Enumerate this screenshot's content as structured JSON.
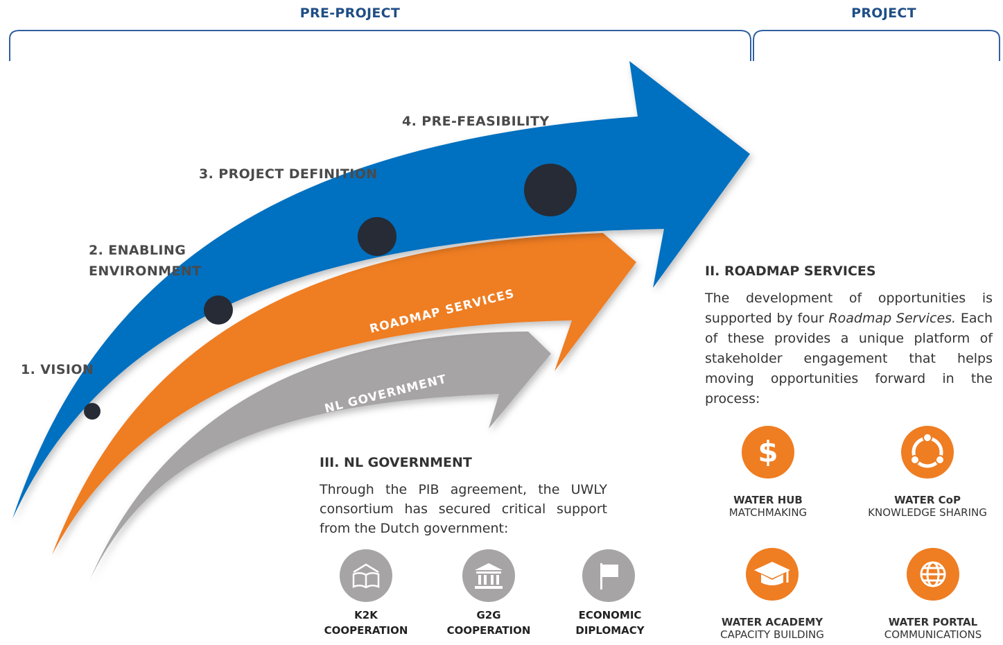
{
  "phases": {
    "pre_project": "PRE-PROJECT",
    "project": "PROJECT"
  },
  "steps": {
    "vision": "1. VISION",
    "enabling_line1": "2. ENABLING",
    "enabling_line2": "ENVIRONMENT",
    "project_definition": "3. PROJECT DEFINITION",
    "pre_feasibility": "4. PRE-FEASIBILITY"
  },
  "arrows": {
    "roadmap_label": "ROADMAP SERVICES",
    "government_label": "NL GOVERNMENT",
    "colors": {
      "blue": "#0070c0",
      "orange": "#ef7d22",
      "grey": "#a6a4a4"
    }
  },
  "nl_government": {
    "title": "III. NL GOVERNMENT",
    "text": "Through the PIB agreement, the UWLY consortium has secured critical support from the Dutch government:",
    "items": [
      {
        "icon": "book-icon",
        "line1": "K2K",
        "line2": "COOPERATION"
      },
      {
        "icon": "government-building-icon",
        "line1": "G2G",
        "line2": "COOPERATION"
      },
      {
        "icon": "flag-icon",
        "line1": "ECONOMIC",
        "line2": "DIPLOMACY"
      }
    ]
  },
  "roadmap": {
    "title": "II. ROADMAP SERVICES",
    "text_before": "The development of opportunities is supported by four ",
    "text_italic": "Roadmap Services.",
    "text_after": " Each of these provides a unique platform of stakeholder engagement that helps moving opportunities forward in the process:",
    "services": [
      {
        "icon": "dollar-icon",
        "name": "WATER HUB",
        "desc": "MATCHMAKING"
      },
      {
        "icon": "network-cycle-icon",
        "name": "WATER CoP",
        "desc": "KNOWLEDGE SHARING"
      },
      {
        "icon": "graduation-cap-icon",
        "name": "WATER ACADEMY",
        "desc": "CAPACITY BUILDING"
      },
      {
        "icon": "globe-icon",
        "name": "WATER PORTAL",
        "desc": "COMMUNICATIONS"
      }
    ]
  }
}
